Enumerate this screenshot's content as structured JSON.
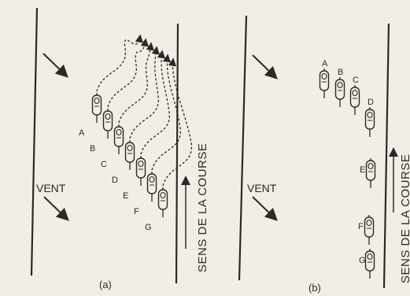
{
  "panels": {
    "a": {
      "caption": "(a)",
      "wind_label": "VENT",
      "direction_label": "SENS DE LA COURSE",
      "riders": [
        "A",
        "B",
        "C",
        "D",
        "E",
        "F",
        "G"
      ]
    },
    "b": {
      "caption": "(b)",
      "wind_label": "VENT",
      "direction_label": "SENS DE LA COURSE",
      "riders": [
        "A",
        "B",
        "C",
        "D",
        "E",
        "F",
        "G"
      ]
    }
  },
  "colors": {
    "ink": "#2a2a2a",
    "paper": "#f2eee6"
  }
}
